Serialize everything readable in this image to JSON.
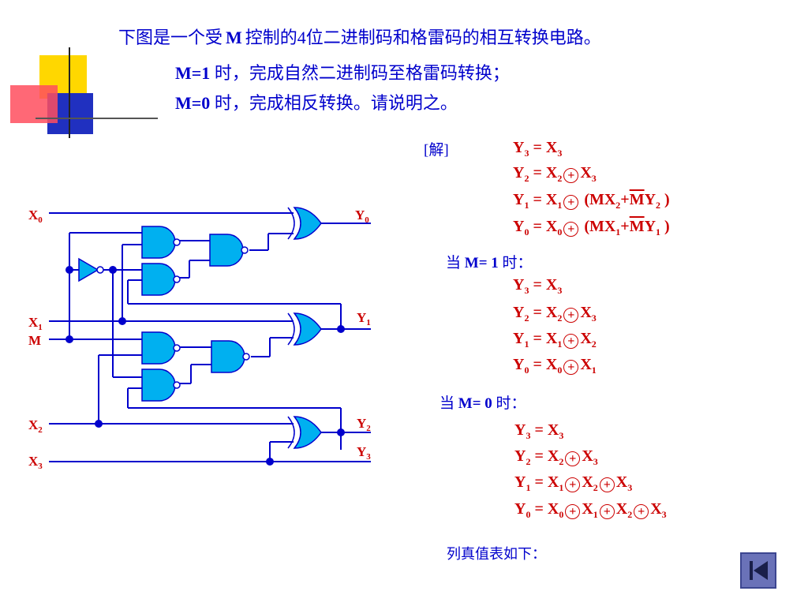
{
  "title": {
    "line1_a": "下图是一个受",
    "line1_m": "M",
    "line1_b": "控制的4位二进制码和格雷码的相互转换电路。",
    "line2_m": "M=1",
    "line2_b": " 时，完成自然二进制码至格雷码转换；",
    "line3_m": "M=0",
    "line3_b": " 时，完成相反转换。请说明之。"
  },
  "solution_label": "[解]",
  "general": {
    "y3": {
      "lhs": "Y",
      "lsub": "3",
      "eq": " = ",
      "r1": "X",
      "r1sub": "3"
    },
    "y2": {
      "lhs": "Y",
      "lsub": "2",
      "eq": " = ",
      "r1": "X",
      "r1sub": "2",
      "r2": "X",
      "r2sub": "3"
    },
    "y1": {
      "lhs": "Y",
      "lsub": "1",
      "eq": " = ",
      "r1": "X",
      "r1sub": "1",
      "p1": " (MX",
      "p1sub": "2",
      "p2": "+",
      "mbar": "M",
      "p3": "Y",
      "p3sub": "2",
      "p4": " )"
    },
    "y0": {
      "lhs": "Y",
      "lsub": "0",
      "eq": " = ",
      "r1": "X",
      "r1sub": "0",
      "p1": " (MX",
      "p1sub": "1",
      "p2": "+",
      "mbar": "M",
      "p3": "Y",
      "p3sub": "1",
      "p4": " )"
    }
  },
  "case_m1": {
    "label_a": "当 ",
    "label_m": "M= 1",
    "label_b": " 时：",
    "y3": {
      "lhs": "Y",
      "lsub": "3",
      "eq": " = ",
      "r1": "X",
      "r1sub": "3"
    },
    "y2": {
      "lhs": "Y",
      "lsub": "2",
      "eq": " = ",
      "r1": "X",
      "r1sub": "2",
      "r2": "X",
      "r2sub": "3"
    },
    "y1": {
      "lhs": "Y",
      "lsub": "1",
      "eq": " = ",
      "r1": "X",
      "r1sub": "1",
      "r2": "X",
      "r2sub": "2"
    },
    "y0": {
      "lhs": "Y",
      "lsub": "0",
      "eq": " = ",
      "r1": "X",
      "r1sub": "0",
      "r2": "X",
      "r2sub": "1"
    }
  },
  "case_m0": {
    "label_a": "当 ",
    "label_m": "M= 0",
    "label_b": " 时：",
    "y3": {
      "lhs": "Y",
      "lsub": "3",
      "eq": " = ",
      "r1": "X",
      "r1sub": "3"
    },
    "y2": {
      "lhs": "Y",
      "lsub": "2",
      "eq": " = ",
      "r1": "X",
      "r1sub": "2",
      "r2": "X",
      "r2sub": "3"
    },
    "y1": {
      "lhs": "Y",
      "lsub": "1",
      "eq": " = ",
      "r1": "X",
      "r1sub": "1",
      "r2": "X",
      "r2sub": "2",
      "r3": "X",
      "r3sub": "3"
    },
    "y0": {
      "lhs": "Y",
      "lsub": "0",
      "eq": " = ",
      "r1": "X",
      "r1sub": "0",
      "r2": "X",
      "r2sub": "1",
      "r3": "X",
      "r3sub": "2",
      "r4": "X",
      "r4sub": "3"
    }
  },
  "truth_table_note": "列真值表如下：",
  "circuit": {
    "inputs": {
      "x0": "X",
      "x0sub": "0",
      "x1": "X",
      "x1sub": "1",
      "m": "M",
      "x2": "X",
      "x2sub": "2",
      "x3": "X",
      "x3sub": "3"
    },
    "outputs": {
      "y0": "Y",
      "y0sub": "0",
      "y1": "Y",
      "y1sub": "1",
      "y2": "Y",
      "y2sub": "2",
      "y3": "Y",
      "y3sub": "3"
    }
  },
  "colors": {
    "title": "#0000cc",
    "equation": "#cc0000",
    "wire": "#0000cc",
    "gate": "#00b0f0",
    "label": "#cc0000",
    "nav": "#6a72b8"
  },
  "nav_icon": "skip-to-start-icon"
}
